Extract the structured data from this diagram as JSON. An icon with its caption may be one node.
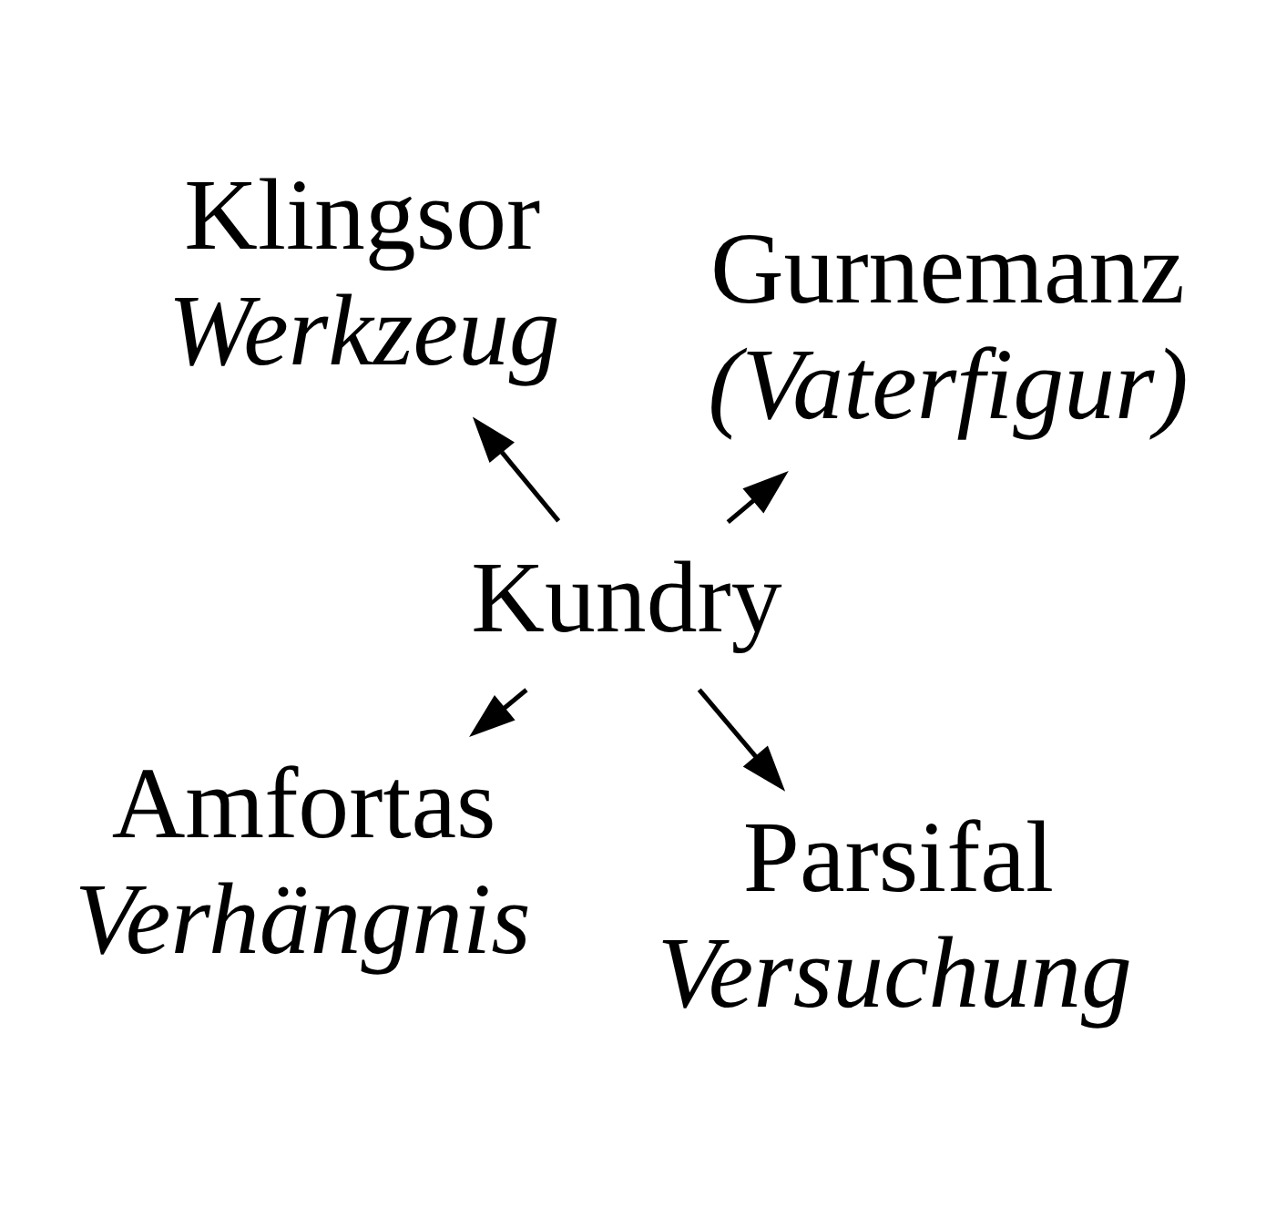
{
  "diagram": {
    "nodes": [
      {
        "text": [
          "Amfortas",
          "Verhängnis"
        ]
      },
      {
        "text": [
          "Parsifal",
          "Versuchung"
        ]
      },
      {
        "text": [
          "Kundry"
        ]
      },
      {
        "text": [
          "Klingsor",
          "Werkzeug"
        ]
      },
      {
        "text": [
          "Gurnemanz",
          "(Vaterfigur)"
        ]
      }
    ],
    "edges": [
      {
        "from": 2,
        "to": 0,
        "arrow": "to"
      },
      {
        "from": 2,
        "to": 1,
        "arrow": "to"
      },
      {
        "from": 2,
        "to": 3,
        "arrow": "to"
      },
      {
        "from": 2,
        "to": 4,
        "arrow": "to"
      }
    ]
  }
}
